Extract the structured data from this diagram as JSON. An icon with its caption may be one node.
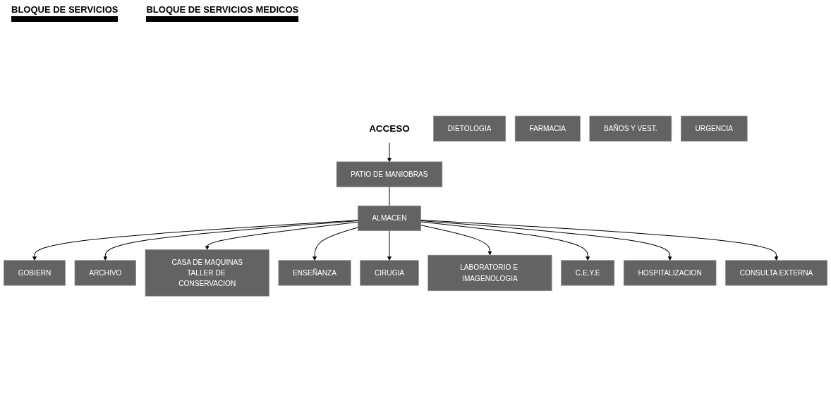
{
  "diagram": {
    "nodes": [
      {
        "text": [
          "ACCESO"
        ]
      },
      {
        "text": [
          "PATIO DE MANIOBRAS"
        ]
      },
      {
        "text": [
          "DIETOLOGIA"
        ]
      },
      {
        "text": [
          "FARMACIA"
        ]
      },
      {
        "text": [
          "GOBIERN"
        ]
      },
      {
        "text": [
          "ARCHIVO"
        ]
      },
      {
        "text": [
          "ALMACEN"
        ]
      },
      {
        "text": [
          "BAÑOS Y VEST."
        ]
      },
      {
        "text": [
          "CASA DE MAQUINAS",
          "TALLER DE CONSERVACION"
        ]
      },
      {
        "text": [
          "CIRUGIA"
        ]
      },
      {
        "text": [
          "LABORATORIO E IMAGENOLOGIA"
        ]
      },
      {
        "text": [
          "ENSEÑANZA"
        ]
      },
      {
        "text": [
          "C.E.Y.E"
        ]
      },
      {
        "text": [
          "URGENCIA"
        ]
      },
      {
        "text": [
          "HOSPITALIZACION"
        ]
      },
      {
        "text": [
          "CONSULTA EXTERNA"
        ]
      }
    ],
    "edges": [
      {
        "from": 0,
        "to": 1,
        "arrow": "to"
      },
      {
        "from": 1,
        "to": 6,
        "arrow": "none"
      },
      {
        "from": 6,
        "to": 4,
        "arrow": "to"
      },
      {
        "from": 6,
        "to": 5,
        "arrow": "to"
      },
      {
        "from": 6,
        "to": 8,
        "arrow": "to"
      },
      {
        "from": 6,
        "to": 11,
        "arrow": "to"
      },
      {
        "from": 6,
        "to": 9,
        "arrow": "to"
      },
      {
        "from": 6,
        "to": 10,
        "arrow": "to"
      },
      {
        "from": 6,
        "to": 12,
        "arrow": "to"
      },
      {
        "from": 6,
        "to": 14,
        "arrow": "to"
      },
      {
        "from": 6,
        "to": 15,
        "arrow": "to"
      }
    ],
    "labels": [
      "BLOQUE DE SERVICIOS",
      "BLOQUE DE SERVICIOS MEDICOS"
    ]
  }
}
